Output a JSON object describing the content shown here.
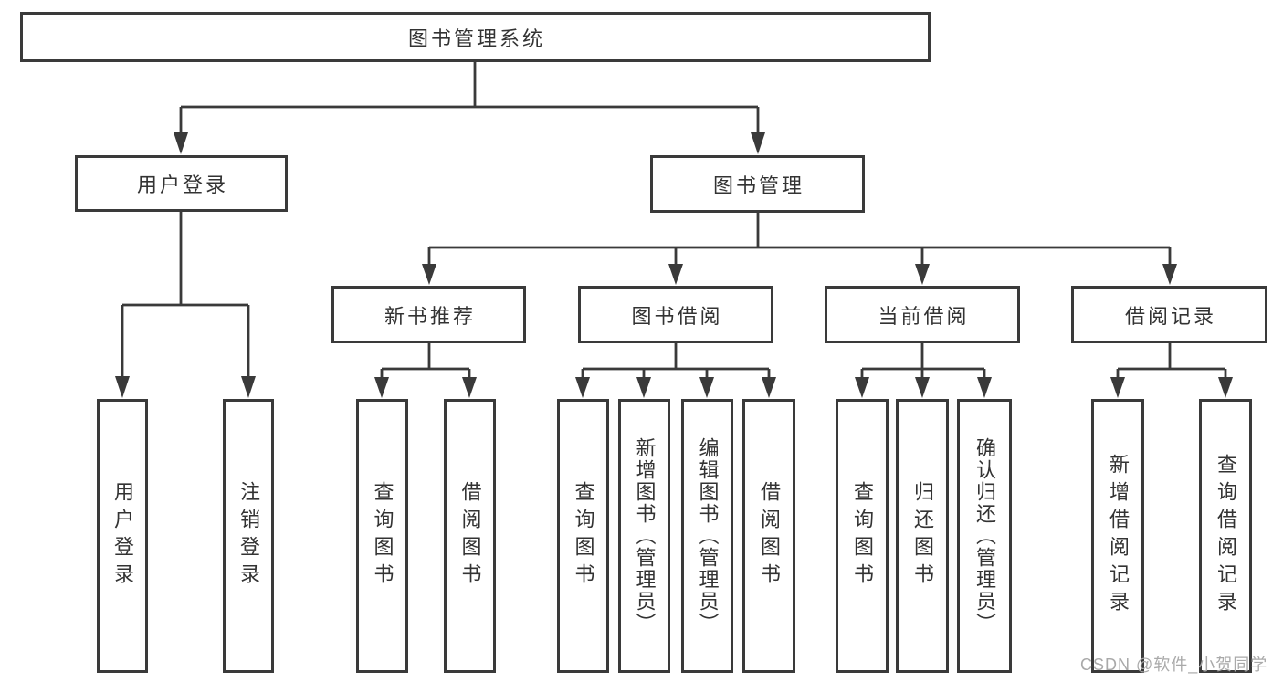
{
  "diagram": {
    "type": "hierarchy-flowchart",
    "root": {
      "label": "图书管理系统"
    },
    "branches": [
      {
        "label": "用户登录",
        "children": [
          {
            "label": "用户登录"
          },
          {
            "label": "注销登录"
          }
        ]
      },
      {
        "label": "图书管理",
        "children": [
          {
            "label": "新书推荐",
            "children": [
              {
                "label": "查询图书"
              },
              {
                "label": "借阅图书"
              }
            ]
          },
          {
            "label": "图书借阅",
            "children": [
              {
                "label": "查询图书"
              },
              {
                "label": "新增图书（管理员）"
              },
              {
                "label": "编辑图书（管理员）"
              },
              {
                "label": "借阅图书"
              }
            ]
          },
          {
            "label": "当前借阅",
            "children": [
              {
                "label": "查询图书"
              },
              {
                "label": "归还图书"
              },
              {
                "label": "确认归还（管理员）"
              }
            ]
          },
          {
            "label": "借阅记录",
            "children": [
              {
                "label": "新增借阅记录"
              },
              {
                "label": "查询借阅记录"
              }
            ]
          }
        ]
      }
    ]
  },
  "watermark": {
    "text": "CSDN @软件_小贺同学"
  },
  "colors": {
    "background": "#ffffff",
    "box_border": "#3a3a3a",
    "connector_line": "#3a3a3a",
    "text": "#333333",
    "watermark_text": "#a9a9a9"
  }
}
